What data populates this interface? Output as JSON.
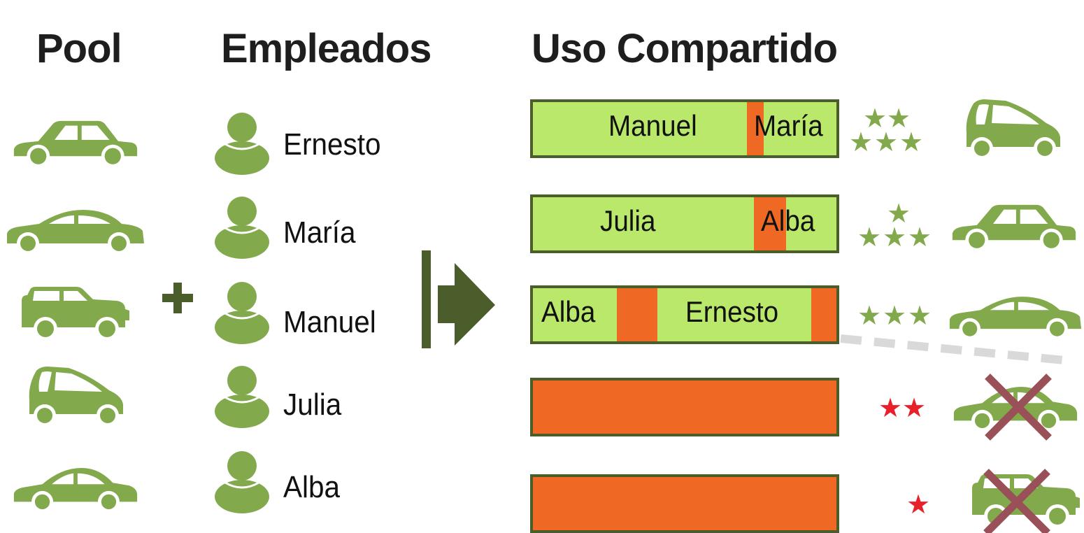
{
  "headings": {
    "pool": "Pool",
    "employees": "Empleados",
    "shared_use": "Uso Compartido"
  },
  "employees": [
    "Ernesto",
    "María",
    "Manuel",
    "Julia",
    "Alba"
  ],
  "pool_cars": [
    "hatchback-car-icon",
    "sedan-car-icon",
    "suv-car-icon",
    "smart-car-icon",
    "compact-car-icon"
  ],
  "operators": {
    "plus": "plus-icon",
    "arrow": "arrow-right-icon"
  },
  "shared_use_rows": [
    {
      "labels": [
        "Manuel",
        "María"
      ],
      "rating": 5,
      "rating_color": "green",
      "car": "smart-car-icon",
      "removed": false
    },
    {
      "labels": [
        "Julia",
        "Alba"
      ],
      "rating": 4,
      "rating_color": "green",
      "car": "hatchback-car-icon",
      "removed": false
    },
    {
      "labels": [
        "Alba",
        "Ernesto"
      ],
      "rating": 3,
      "rating_color": "green",
      "car": "sedan-car-icon",
      "removed": false
    },
    {
      "labels": [],
      "rating": 2,
      "rating_color": "red",
      "car": "compact-car-icon",
      "removed": true
    },
    {
      "labels": [],
      "rating": 1,
      "rating_color": "red",
      "car": "suv-car-icon",
      "removed": true
    }
  ],
  "colors": {
    "car_green": "#82aa4d",
    "person_green": "#82aa4d",
    "bar_green": "#b9e86a",
    "bar_orange": "#ef6824",
    "bar_border": "#4b5d2a",
    "arrow": "#4b5d2a",
    "star_red": "#e8202a",
    "cross": "#9a5058",
    "dash": "#d9d9d9"
  }
}
